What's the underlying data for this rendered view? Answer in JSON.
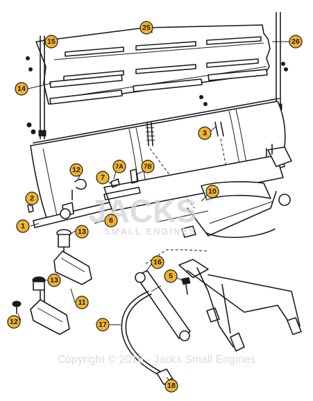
{
  "callouts": [
    {
      "label": "25"
    },
    {
      "label": "15"
    },
    {
      "label": "26"
    },
    {
      "label": "14"
    },
    {
      "label": "3"
    },
    {
      "label": "12"
    },
    {
      "label": "7A"
    },
    {
      "label": "7B"
    },
    {
      "label": "7"
    },
    {
      "label": "2"
    },
    {
      "label": "10"
    },
    {
      "label": "1"
    },
    {
      "label": "13"
    },
    {
      "label": "6"
    },
    {
      "label": "16"
    },
    {
      "label": "5"
    },
    {
      "label": "13"
    },
    {
      "label": "11"
    },
    {
      "label": "12"
    },
    {
      "label": "17"
    },
    {
      "label": "18"
    }
  ],
  "watermark": {
    "brand": "JACKS",
    "registered": "®",
    "tagline": "SMALL ENGINES"
  },
  "copyright": "Copyright © 2016 - Jacks Small Engines",
  "colors": {
    "callout_fill": "#f0b32e",
    "line": "#1a1a1a",
    "watermark": "#d4d4d4"
  }
}
